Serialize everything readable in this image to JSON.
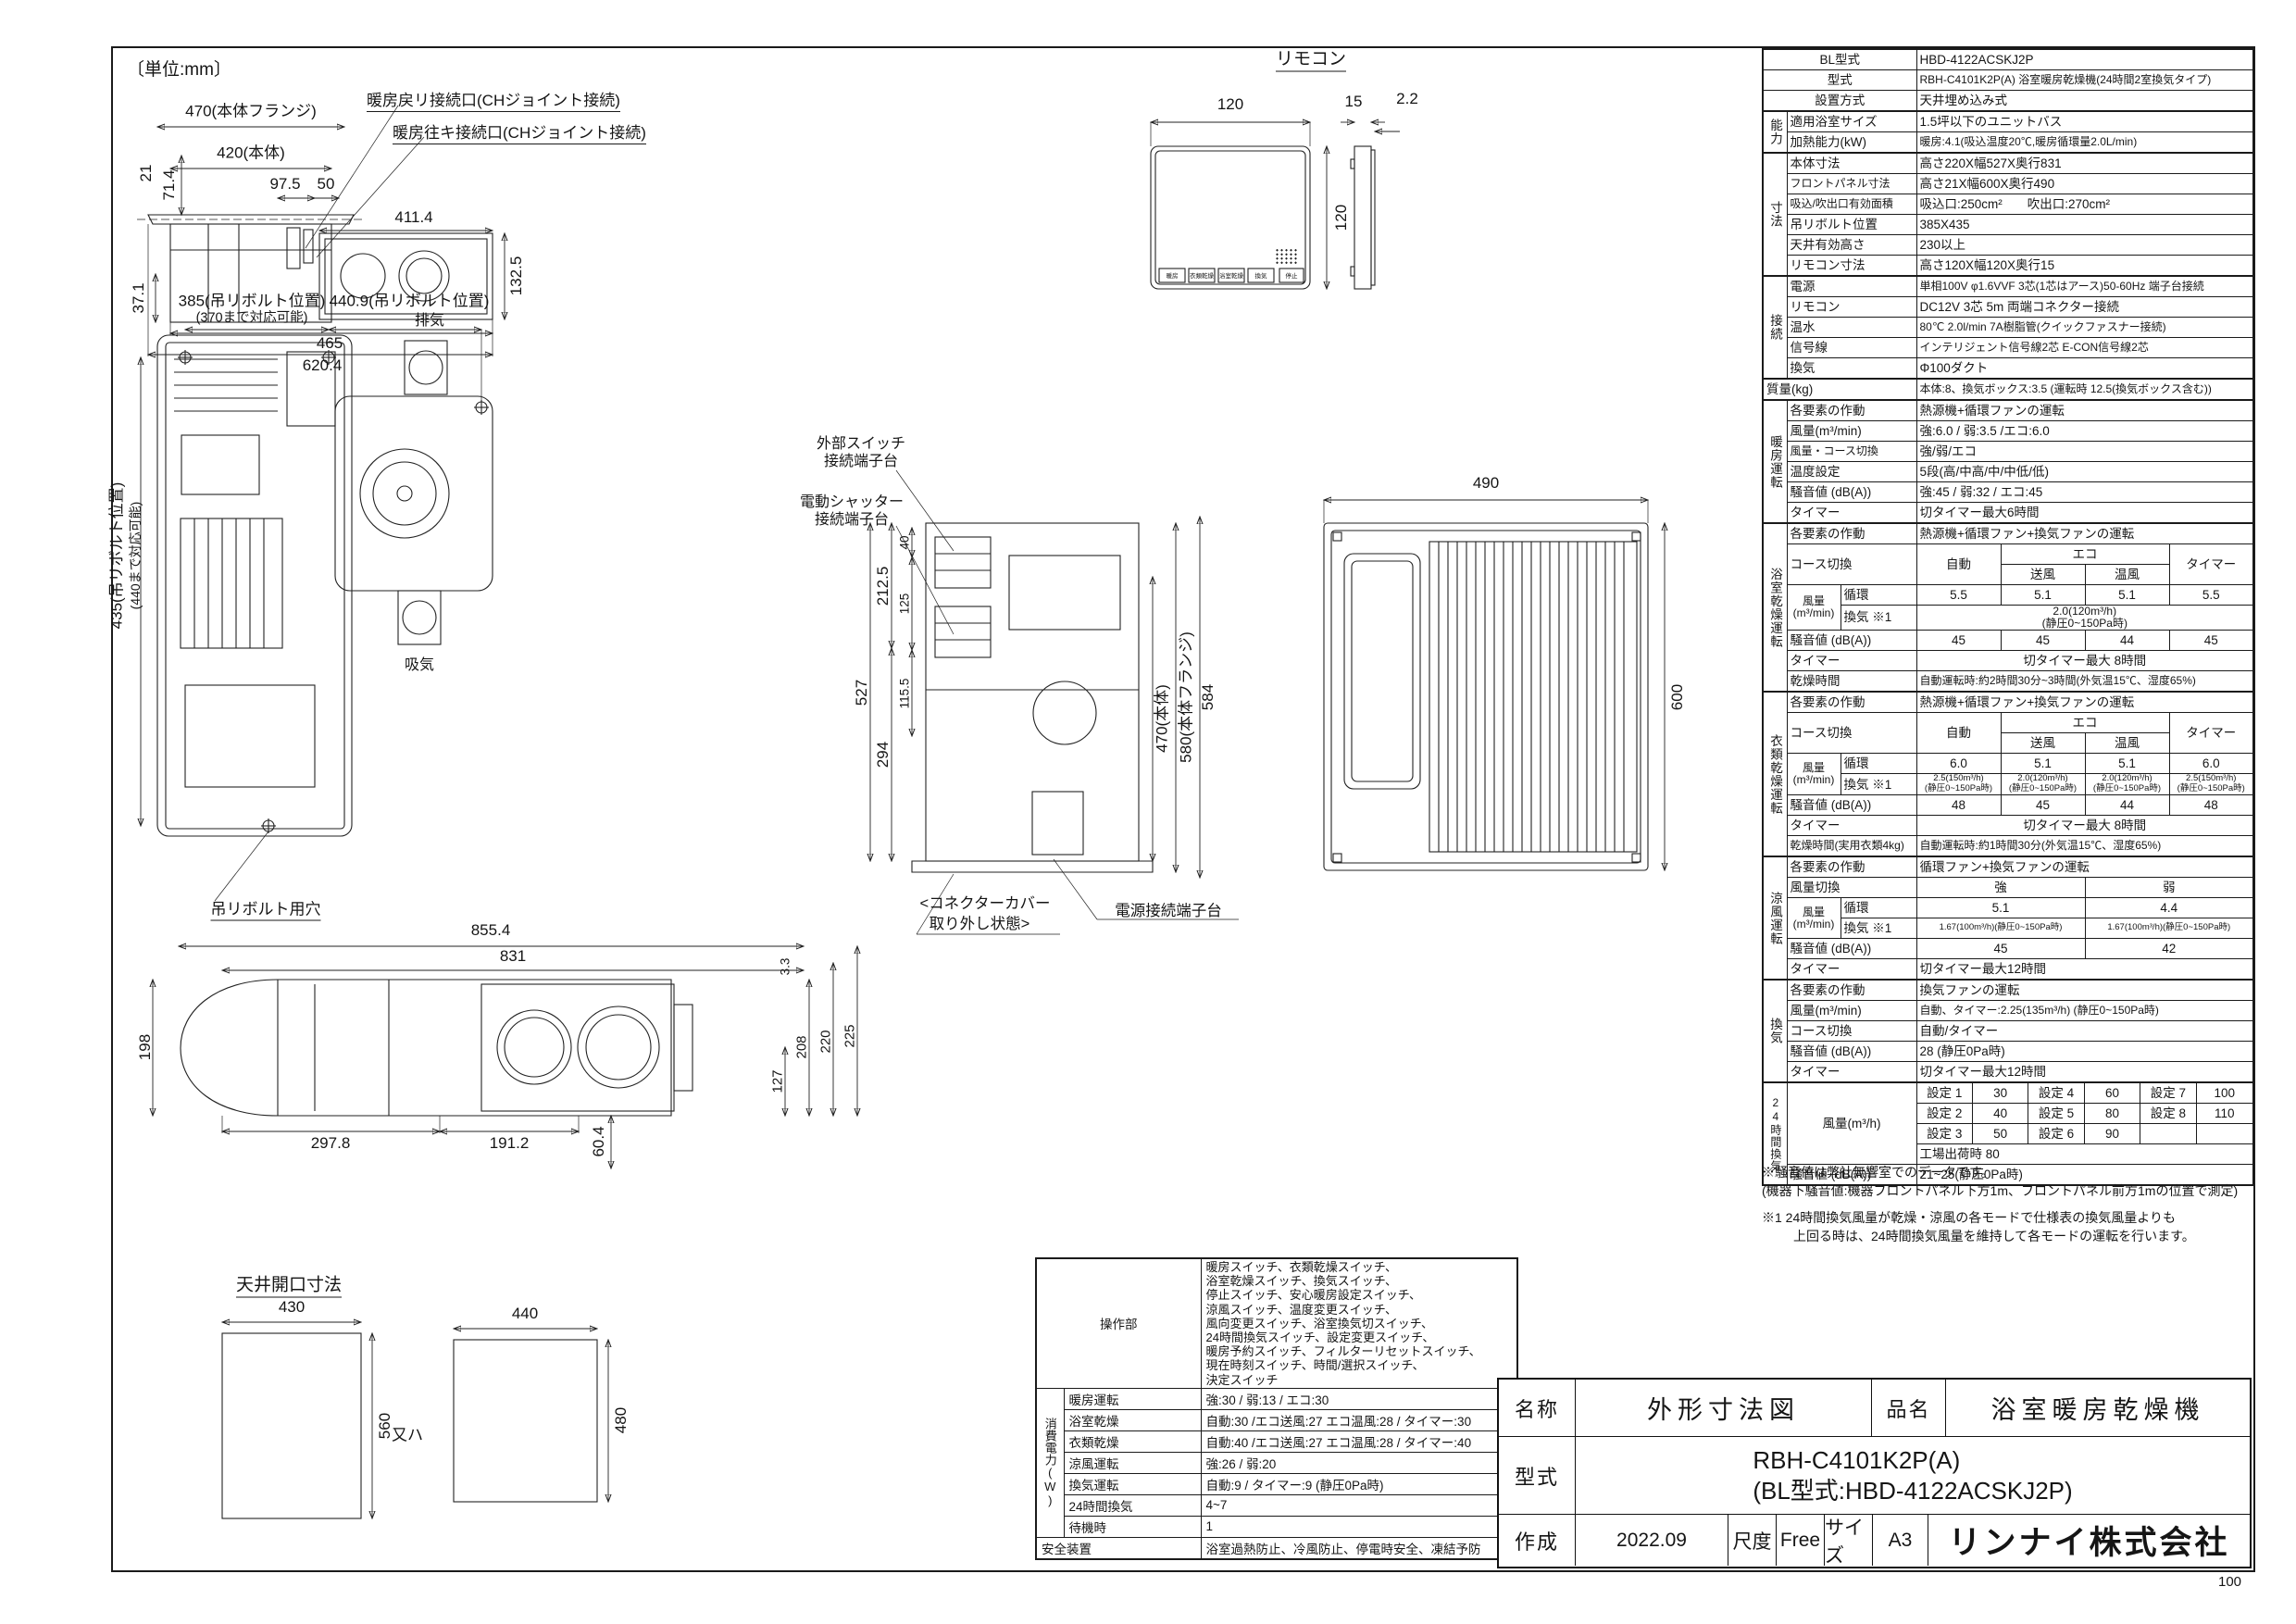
{
  "sheet": {
    "unit_note": "〔単位:mm〕",
    "page_number": "100"
  },
  "front": {
    "d470": "470(本体フランジ)",
    "d420": "420(本体)",
    "d97": "97.5",
    "d50": "50",
    "d21": "21",
    "d71": "71.4",
    "d37": "37.1",
    "d132": "132.5",
    "d411": "411.4",
    "d465": "465",
    "d620": "620.4",
    "lbl_return": "暖房戻リ接続口(CHジョイント接続)",
    "lbl_supply": "暖房往キ接続口(CHジョイント接続)"
  },
  "remote": {
    "title": "リモコン",
    "d120w": "120",
    "d120h": "120",
    "d15": "15",
    "d22": "2.2",
    "buttons": [
      "暖房",
      "衣類乾燥",
      "浴室乾燥",
      "換気",
      "停止"
    ]
  },
  "plan": {
    "d385": "385(吊リボルト位置)",
    "n370": "(370まで対応可能)",
    "d4409": "440.9(吊リボルト位置)",
    "d435": "435(吊リボルト位置)",
    "n440": "(440まで対応可能)",
    "exhaust": "排気",
    "intake": "吸気",
    "bolt": "吊リボルト用穴"
  },
  "side": {
    "sw1": "外部スイッチ",
    "sw2": "接続端子台",
    "sh1": "電動シャッター",
    "sh2": "接続端子台",
    "cn1": "<コネクターカバー",
    "cn2": "取り外し状態>",
    "pw": "電源接続端子台",
    "d2125": "212.5",
    "d527": "527",
    "d294": "294",
    "d40": "40",
    "d125": "125",
    "d1155": "115.5",
    "d584": "584",
    "d580": "580(本体フランジ)",
    "d470": "470(本体)"
  },
  "panel": {
    "d490": "490",
    "d600": "600"
  },
  "bottom": {
    "d8554": "855.4",
    "d831": "831",
    "d198": "198",
    "d33": "3.3",
    "d127": "127",
    "d208": "208",
    "d220": "220",
    "d225": "225",
    "d2978": "297.8",
    "d1912": "191.2",
    "d604": "60.4"
  },
  "ceiling": {
    "title": "天井開口寸法",
    "lw": "430",
    "lh": "560",
    "or_label": "又ハ",
    "rw": "440",
    "rh": "480"
  },
  "spec": {
    "cols": {
      "auto": "自動",
      "eco": "エコ",
      "soufu": "送風",
      "onpu": "温風",
      "timer": "タイマー"
    },
    "top": {
      "bl": {
        "k": "BL型式",
        "v": "HBD-4122ACSKJ2P"
      },
      "model": {
        "k": "型式",
        "v": "RBH-C4101K2P(A) 浴室暖房乾燥機(24時間2室換気タイプ)"
      },
      "install": {
        "k": "設置方式",
        "v": "天井埋め込み式"
      }
    },
    "ability": {
      "g": "能力",
      "r1": {
        "k": "適用浴室サイズ",
        "v": "1.5坪以下のユニットバス"
      },
      "r2": {
        "k": "加熱能力(kW)",
        "v": "暖房:4.1(吸込温度20℃,暖房循環量2.0L/min)"
      }
    },
    "dims": {
      "g": "寸法",
      "r1": {
        "k": "本体寸法",
        "v": "高さ220X幅527X奥行831"
      },
      "r2": {
        "k": "フロントパネル寸法",
        "v": "高さ21X幅600X奥行490"
      },
      "r3": {
        "k": "吸込/吹出口有効面積",
        "v": "吸込口:250cm²　　吹出口:270cm²"
      },
      "r4": {
        "k": "吊リボルト位置",
        "v": "385X435"
      },
      "r5": {
        "k": "天井有効高さ",
        "v": "230以上"
      },
      "r6": {
        "k": "リモコン寸法",
        "v": "高さ120X幅120X奥行15"
      }
    },
    "conn": {
      "g": "接続",
      "r1": {
        "k": "電源",
        "v": "単相100V φ1.6VVF 3芯(1芯はアース)50-60Hz 端子台接続"
      },
      "r2": {
        "k": "リモコン",
        "v": "DC12V 3芯 5m 両端コネクター接続"
      },
      "r3": {
        "k": "温水",
        "v": "80℃ 2.0l/min 7A樹脂管(クイックファスナー接続)"
      },
      "r4": {
        "k": "信号線",
        "v": "インテリジェント信号線2芯 E-CON信号線2芯"
      },
      "r5": {
        "k": "換気",
        "v": "Φ100ダクト"
      }
    },
    "mass": {
      "k": "質量(kg)",
      "v": "本体:8、換気ボックス:3.5 (運転時 12.5(換気ボックス含む))"
    },
    "heat": {
      "g": "暖房運転",
      "r1": {
        "k": "各要素の作動",
        "v": "熱源機+循環ファンの運転"
      },
      "r2": {
        "k": "風量(m³/min)",
        "v": "強:6.0 / 弱:3.5 /エコ:6.0"
      },
      "r3": {
        "k": "風量・コース切換",
        "v": "強/弱/エコ"
      },
      "r4": {
        "k": "温度設定",
        "v": "5段(高/中高/中/中低/低)"
      },
      "r5": {
        "k": "騒音値 (dB(A))",
        "v": "強:45 / 弱:32 / エコ:45"
      },
      "r6": {
        "k": "タイマー",
        "v": "切タイマー最大6時間"
      }
    },
    "bath": {
      "g": "浴室乾燥運転",
      "action_k": "各要素の作動",
      "action_v": "熱源機+循環ファン+換気ファンの運転",
      "course_k": "コース切換",
      "fan_k": "風量\n(m³/min)",
      "circ_k": "循環",
      "vent_k": "換気 ※1",
      "circ": [
        "5.5",
        "5.1",
        "5.1",
        "5.5"
      ],
      "vent": "2.0(120m³/h)\n(静圧0~150Pa時)",
      "noise_k": "騒音値 (dB(A))",
      "noise": [
        "45",
        "45",
        "44",
        "45"
      ],
      "timer_k": "タイマー",
      "timer_v": "切タイマー最大 8時間",
      "dry_k": "乾燥時間",
      "dry_v": "自動運転時:約2時間30分~3時間(外気温15℃、湿度65%)"
    },
    "cloth": {
      "g": "衣類乾燥運転",
      "action_k": "各要素の作動",
      "action_v": "熱源機+循環ファン+換気ファンの運転",
      "course_k": "コース切換",
      "fan_k": "風量\n(m³/min)",
      "circ_k": "循環",
      "vent_k": "換気 ※1",
      "circ": [
        "6.0",
        "5.1",
        "5.1",
        "6.0"
      ],
      "vent": [
        "2.5(150m³/h)\n(静圧0~150Pa時)",
        "2.0(120m³/h)\n(静圧0~150Pa時)",
        "2.0(120m³/h)\n(静圧0~150Pa時)",
        "2.5(150m³/h)\n(静圧0~150Pa時)"
      ],
      "noise_k": "騒音値 (dB(A))",
      "noise": [
        "48",
        "45",
        "44",
        "48"
      ],
      "timer_k": "タイマー",
      "timer_v": "切タイマー最大 8時間",
      "dry_k": "乾燥時間(実用衣類4kg)",
      "dry_v": "自動運転時:約1時間30分(外気温15℃、湿度65%)"
    },
    "cool": {
      "g": "涼風運転",
      "action_k": "各要素の作動",
      "action_v": "循環ファン+換気ファンの運転",
      "mode_k": "風量切換",
      "strong": "強",
      "weak": "弱",
      "fan_k": "風量\n(m³/min)",
      "circ_k": "循環",
      "vent_k": "換気 ※1",
      "circ": [
        "5.1",
        "4.4"
      ],
      "vent": [
        "1.67(100m³/h)(静圧0~150Pa時)",
        "1.67(100m³/h)(静圧0~150Pa時)"
      ],
      "noise_k": "騒音値 (dB(A))",
      "noise": [
        "45",
        "42"
      ],
      "timer_k": "タイマー",
      "timer_v": "切タイマー最大12時間"
    },
    "vent": {
      "g": "換気",
      "r1": {
        "k": "各要素の作動",
        "v": "換気ファンの運転"
      },
      "r2": {
        "k": "風量(m³/min)",
        "v": "自動、タイマー:2.25(135m³/h) (静圧0~150Pa時)"
      },
      "r3": {
        "k": "コース切換",
        "v": "自動/タイマー"
      },
      "r4": {
        "k": "騒音値 (dB(A))",
        "v": "28 (静圧0Pa時)"
      },
      "r5": {
        "k": "タイマー",
        "v": "切タイマー最大12時間"
      }
    },
    "h24": {
      "g": "24時間換気",
      "fan_k": "風量(m³/h)",
      "grid": [
        [
          "設定 1",
          "30",
          "設定 4",
          "60",
          "設定 7",
          "100"
        ],
        [
          "設定 2",
          "40",
          "設定 5",
          "80",
          "設定 8",
          "110"
        ],
        [
          "設定 3",
          "50",
          "設定 6",
          "90",
          "",
          ""
        ]
      ],
      "factory": "工場出荷時 80",
      "noise_k": "騒音値 (dB(A))",
      "noise_v": "21~25(静圧0Pa時)"
    }
  },
  "notes": {
    "l1": "※騒音値は弊社無響室でのデータです。",
    "l2": "(機器下騒音値:機器フロントパネル下方1m、フロントパネル前方1mの位置で測定)",
    "l3": "※1 24時間換気風量が乾燥・涼風の各モードで仕様表の換気風量よりも",
    "l4": "上回る時は、24時間換気風量を維持して各モードの運転を行います。"
  },
  "controls": {
    "ops_k": "操作部",
    "ops_v": "暖房スイッチ、衣類乾燥スイッチ、\n浴室乾燥スイッチ、換気スイッチ、\n停止スイッチ、安心暖房設定スイッチ、\n涼風スイッチ、温度変更スイッチ、\n風向変更スイッチ、浴室換気切スイッチ、\n24時間換気スイッチ、設定変更スイッチ、\n暖房予約スイッチ、フィルターリセットスイッチ、\n現在時刻スイッチ、時間/選択スイッチ、\n決定スイッチ",
    "power_g1": "消費電力",
    "power_g2": "(W)",
    "power": [
      {
        "k": "暖房運転",
        "v": "強:30 / 弱:13 / エコ:30"
      },
      {
        "k": "浴室乾燥",
        "v": "自動:30 /エコ送風:27 エコ温風:28 / タイマー:30"
      },
      {
        "k": "衣類乾燥",
        "v": "自動:40 /エコ送風:27 エコ温風:28 / タイマー:40"
      },
      {
        "k": "涼風運転",
        "v": "強:26 / 弱:20"
      },
      {
        "k": "換気運転",
        "v": "自動:9 / タイマー:9 (静圧0Pa時)"
      },
      {
        "k": "24時間換気",
        "v": "4~7"
      },
      {
        "k": "待機時",
        "v": "1"
      }
    ],
    "safety_k": "安全装置",
    "safety_v": "浴室過熱防止、冷風防止、停電時安全、凍結予防"
  },
  "title_block": {
    "name_k": "名称",
    "name_v": "外形寸法図",
    "prod_k": "品名",
    "prod_v": "浴室暖房乾燥機",
    "model_k": "型式",
    "model_v1": "RBH-C4101K2P(A)",
    "model_v2": "(BL型式:HBD-4122ACSKJ2P)",
    "made_k": "作成",
    "made_v": "2022.09",
    "scale_k": "尺度",
    "scale_v": "Free",
    "size_k": "サイズ",
    "size_v": "A3",
    "company": "リンナイ株式会社"
  }
}
